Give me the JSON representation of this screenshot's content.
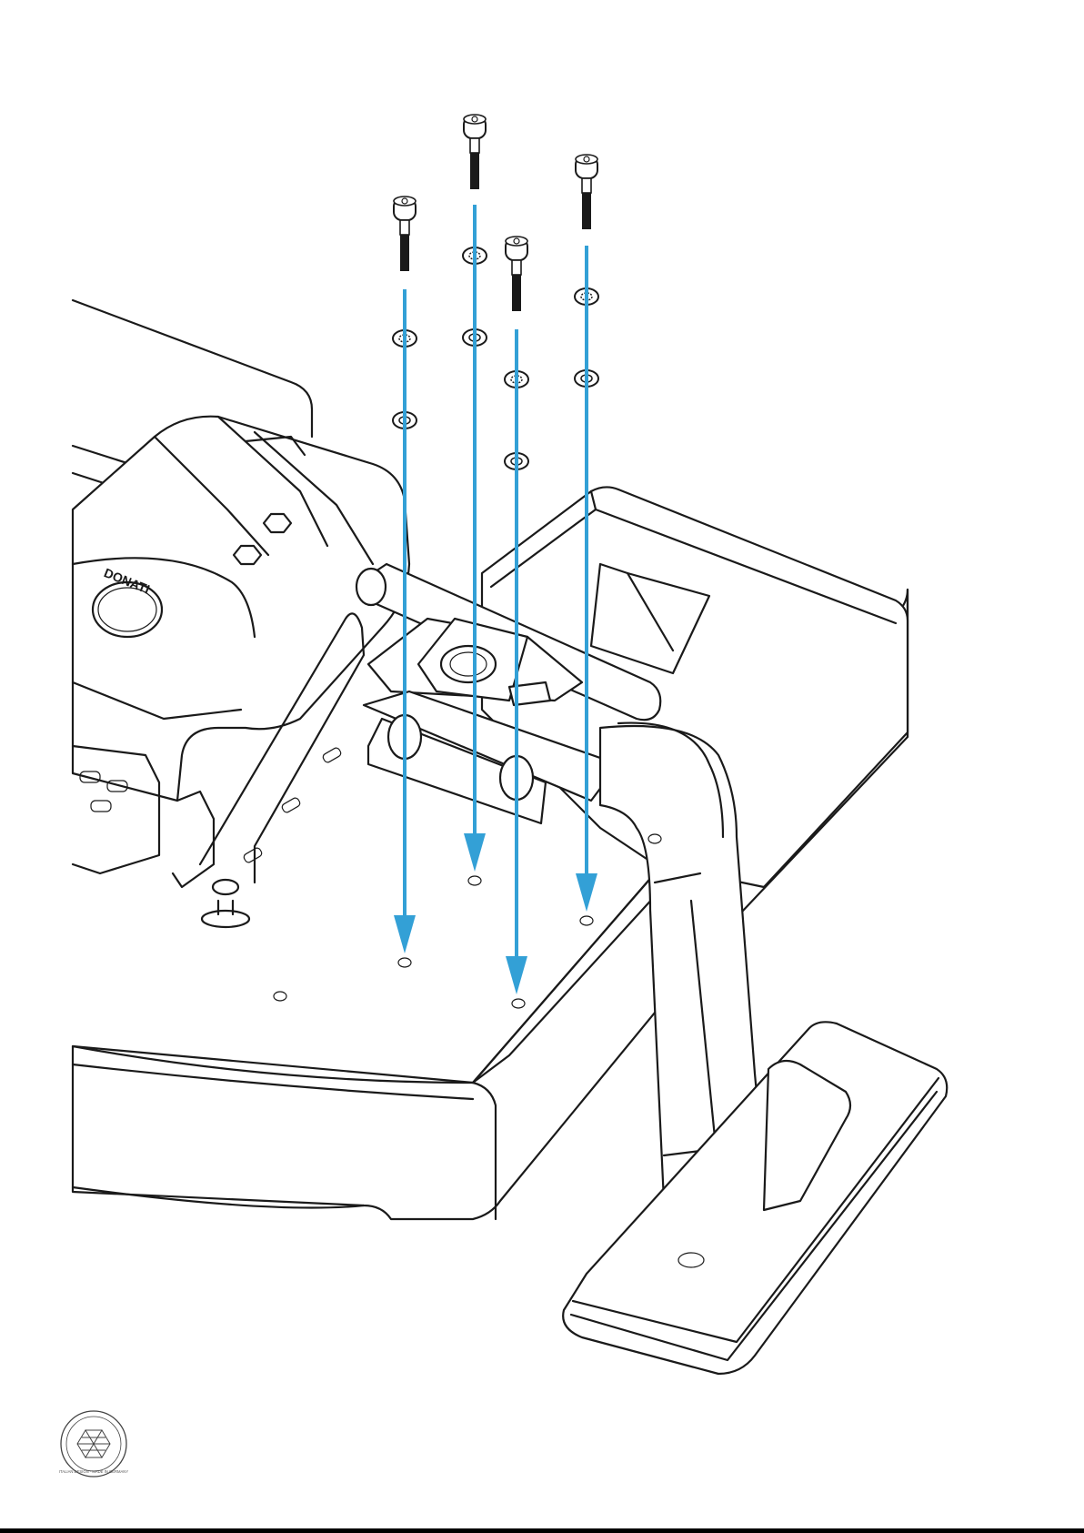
{
  "figure": {
    "brand_logo_text": "DONATI",
    "seal_text": "ITALIAN DESIGN · MADE IN GERMANY",
    "colors": {
      "arrow": "#33a0d6",
      "outline": "#1a1a1a",
      "background": "#ffffff",
      "bottom_rule": "#000000"
    },
    "parts": {
      "screw_count": 4,
      "washer_count": 8,
      "mounting_hole_count": 6
    },
    "icons": [
      "arrow-down-icon",
      "screw-icon",
      "lock-washer-icon",
      "flat-washer-icon",
      "seal-logo-icon"
    ]
  }
}
